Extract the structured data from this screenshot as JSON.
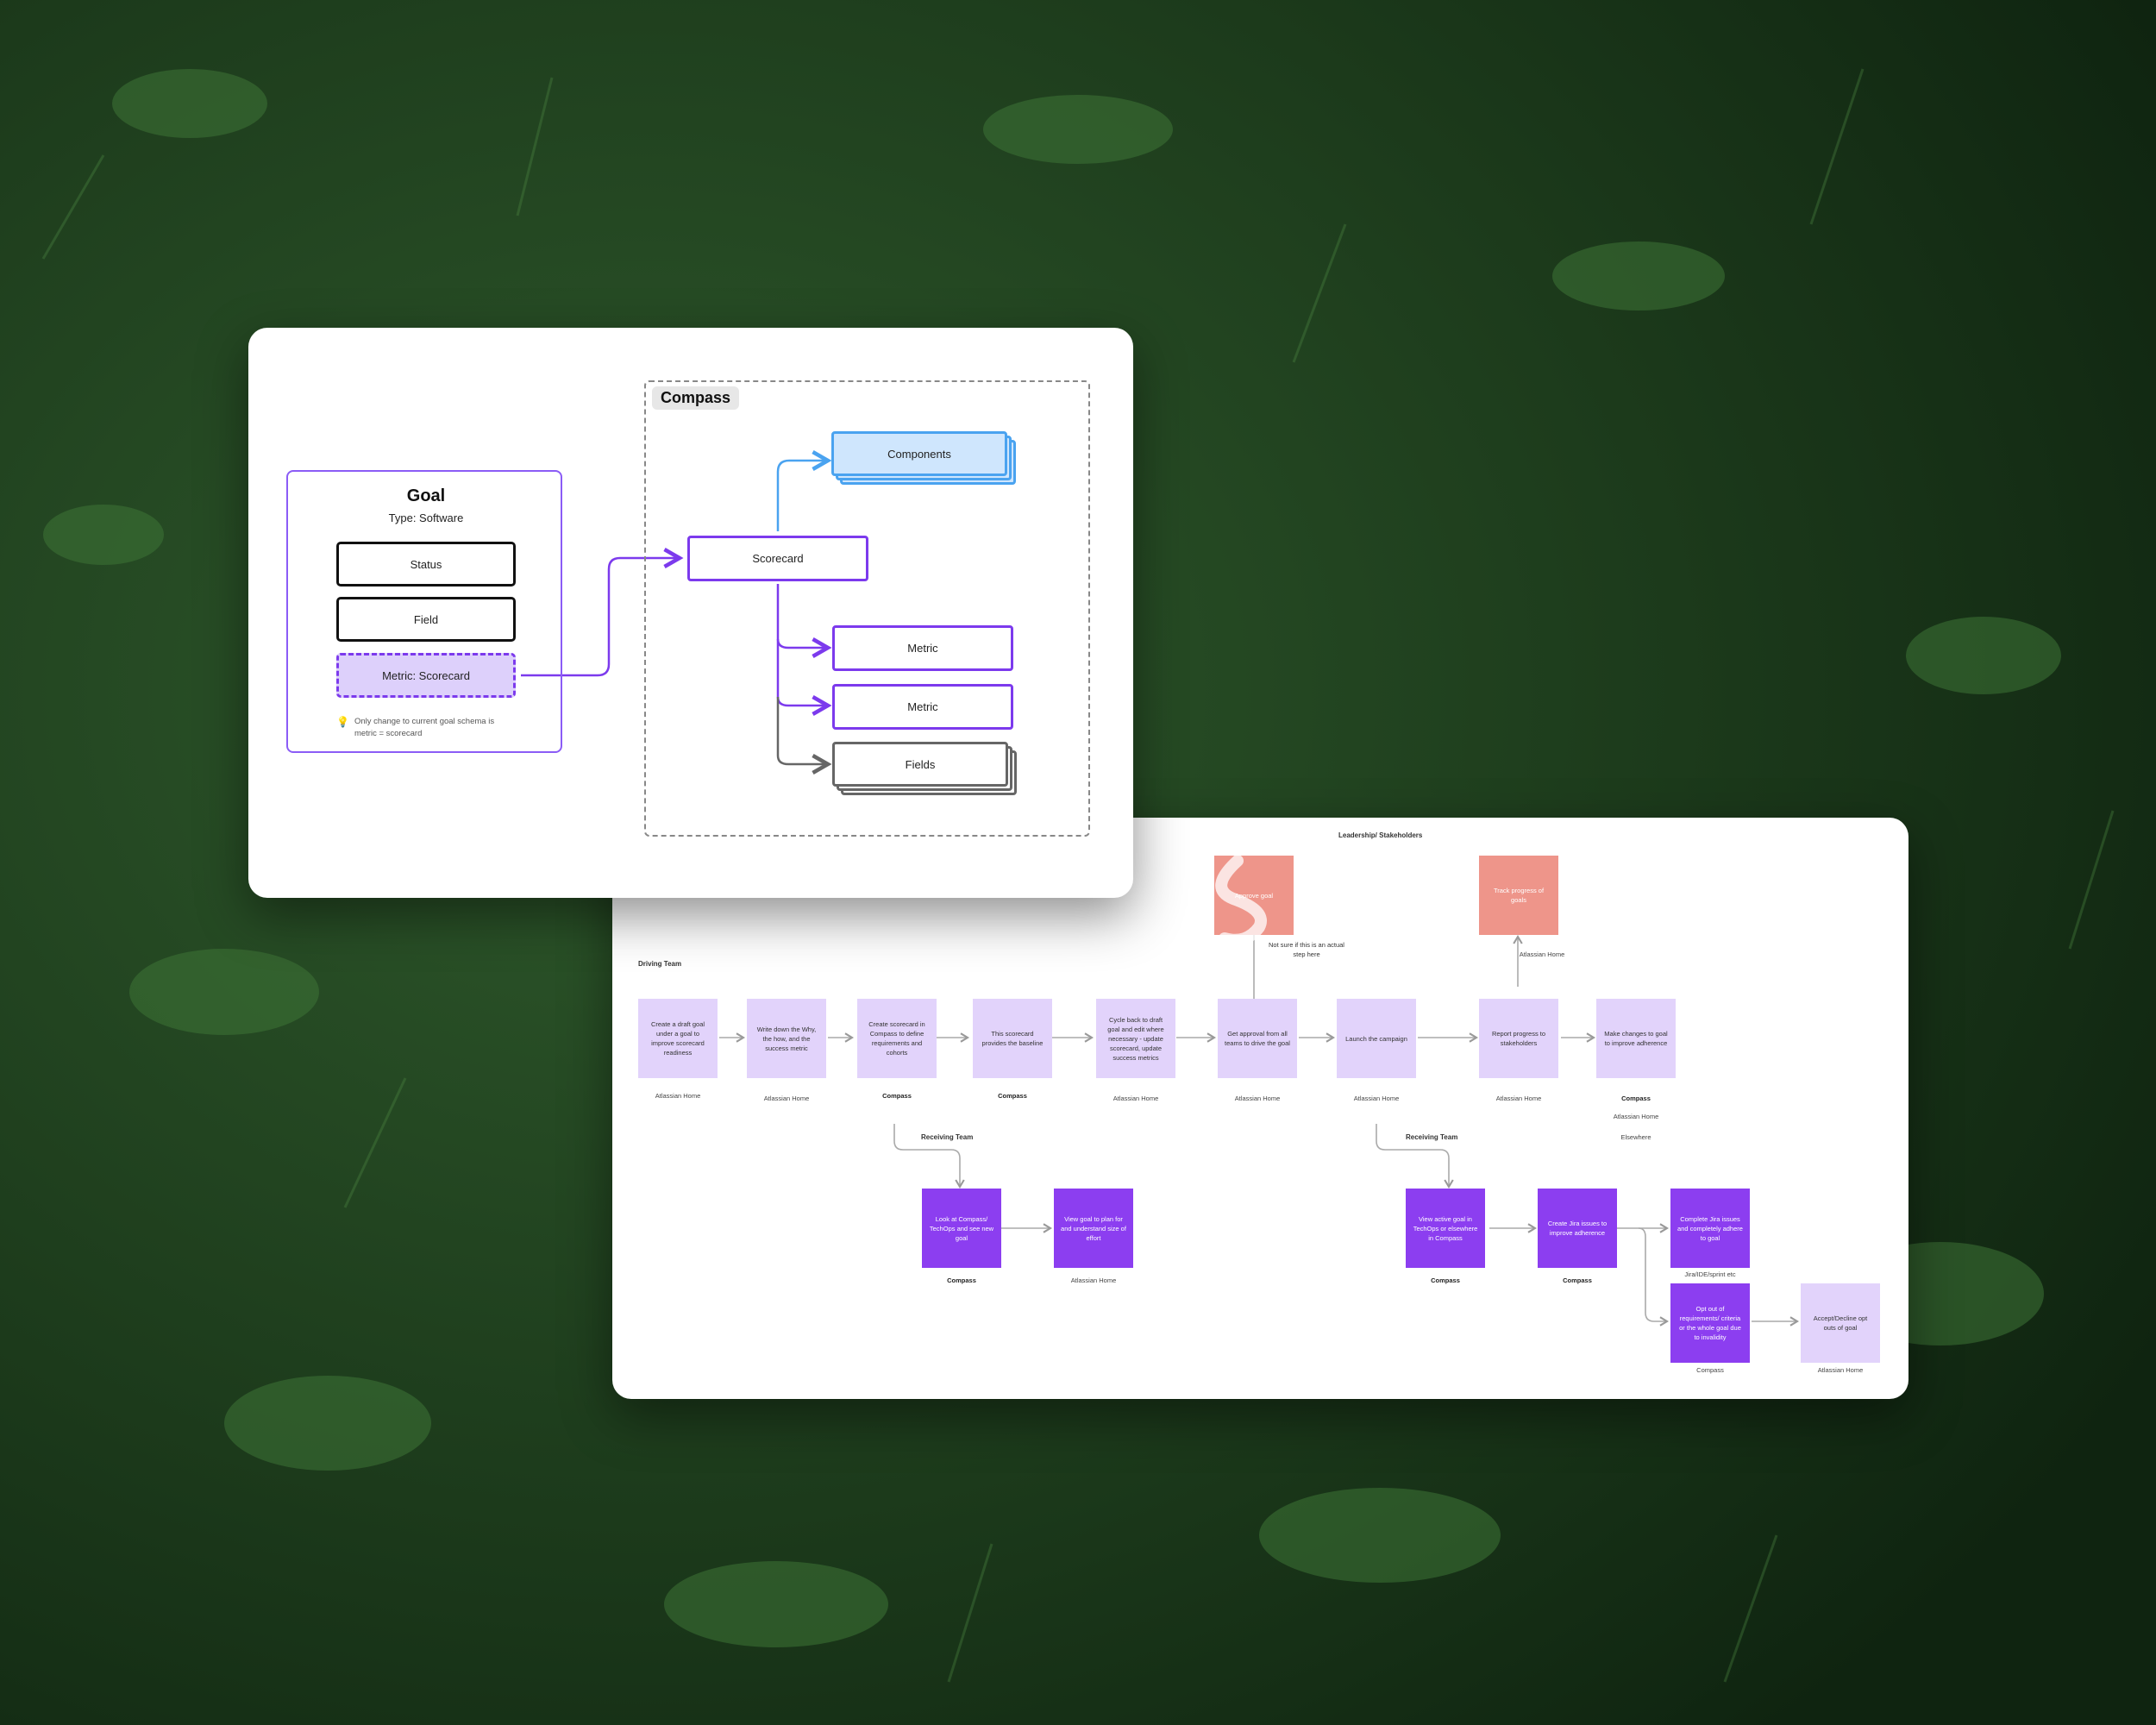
{
  "goal_card": {
    "title": "Goal",
    "subtitle": "Type: Software",
    "fields": [
      "Status",
      "Field",
      "Metric: Scorecard"
    ],
    "hint": "Only change to current goal schema is metric = scorecard"
  },
  "compass": {
    "label": "Compass",
    "scorecard": "Scorecard",
    "components": "Components",
    "metric_1": "Metric",
    "metric_2": "Metric",
    "fields": "Fields"
  },
  "journey": {
    "lanes": {
      "leadership": "Leadership/ Stakeholders",
      "driving": "Driving Team",
      "receiving_1": "Receiving Team",
      "receiving_2": "Receiving Team"
    },
    "leadership_notes": {
      "approve_text": "Approve goal",
      "track_text": "Track progress of goals",
      "approve_note": "Not sure if this is an actual step here",
      "track_tag": "Atlassian Home"
    },
    "driving_steps": [
      {
        "text": "Create a draft goal under a goal to improve scorecard readiness",
        "tag": "Atlassian Home"
      },
      {
        "text": "Write down the Why, the how, and the success metric",
        "tag": "Atlassian Home"
      },
      {
        "text": "Create scorecard in Compass to define requirements and cohorts",
        "tag": "Compass"
      },
      {
        "text": "This scorecard provides the baseline",
        "tag": "Compass"
      },
      {
        "text": "Cycle back to draft goal and edit where necessary - update scorecard, update success metrics",
        "tag": "Atlassian Home"
      },
      {
        "text": "Get approval from all teams to drive the goal",
        "tag": "Atlassian Home"
      },
      {
        "text": "Launch the campaign",
        "tag": "Atlassian Home"
      },
      {
        "text": "Report progress to stakeholders",
        "tag": "Atlassian Home"
      },
      {
        "text": "Make changes to goal to improve adherence",
        "tag": "Compass",
        "tag2": "Atlassian Home",
        "tag3": "Elsewhere"
      }
    ],
    "receiving_steps_1": [
      {
        "text": "Look at Compass/ TechOps and see new goal",
        "tag": "Compass"
      },
      {
        "text": "View goal to plan for and understand size of effort",
        "tag": "Atlassian Home"
      }
    ],
    "receiving_steps_2": [
      {
        "text": "View active goal in TechOps or elsewhere in Compass",
        "tag": "Compass"
      },
      {
        "text": "Create Jira issues to improve adherence",
        "tag": "Compass"
      },
      {
        "text": "Complete Jira issues and completely adhere to goal",
        "tag": "Jira/IDE/sprint etc"
      },
      {
        "text": "Opt out of requirements/ criteria or the whole goal due to invalidity",
        "tag": "Compass"
      },
      {
        "text": "Accept/Decline opt outs of goal",
        "tag": "Atlassian Home"
      }
    ]
  },
  "colors": {
    "purple_border": "#7c3aed",
    "purple_light": "#e2d3fb",
    "purple_dark": "#8c3ef0",
    "blue": "#4aa3f0",
    "pink": "#ee958a"
  }
}
